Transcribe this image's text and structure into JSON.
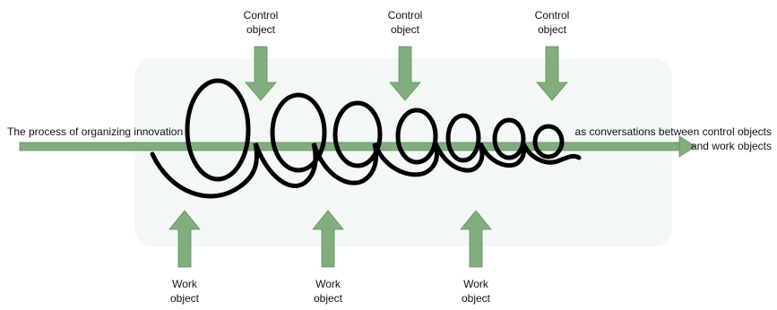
{
  "diagram": {
    "axis_label_left": "The process of organizing innovation",
    "axis_label_right_line1": "as conversations between control objects",
    "axis_label_right_line2": "and work objects",
    "control_objects": [
      {
        "line1": "Control",
        "line2": "object"
      },
      {
        "line1": "Control",
        "line2": "object"
      },
      {
        "line1": "Control",
        "line2": "object"
      }
    ],
    "work_objects": [
      {
        "line1": "Work",
        "line2": "object"
      },
      {
        "line1": "Work",
        "line2": "object"
      },
      {
        "line1": "Work",
        "line2": "object"
      }
    ],
    "colors": {
      "arrow_fill": "#82ad7e",
      "arrow_stroke": "#5f8f5b",
      "spiral": "#000000",
      "background_tint": "#eef5f2"
    }
  }
}
